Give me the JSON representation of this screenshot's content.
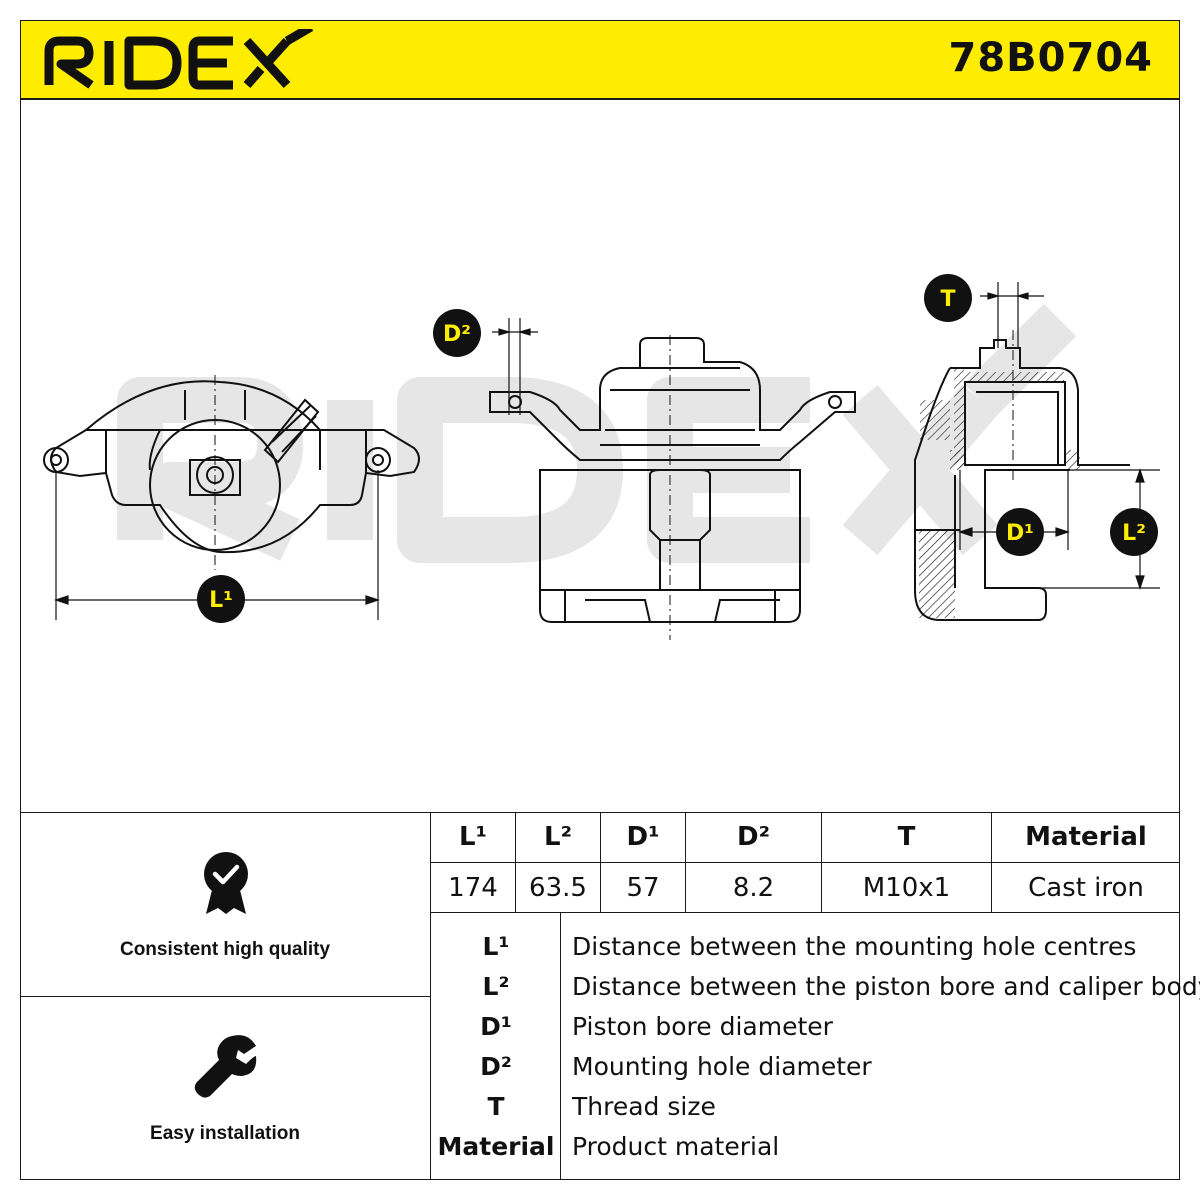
{
  "header": {
    "brand": "RIDEX",
    "part_number": "78B0704",
    "background_color": "#ffed00"
  },
  "drawing": {
    "watermark": "RIDEX",
    "dimension_badges": [
      "L¹",
      "D²",
      "T",
      "D¹",
      "L²"
    ]
  },
  "features": [
    {
      "icon": "quality-badge-icon",
      "label": "Consistent high quality"
    },
    {
      "icon": "wrench-icon",
      "label": "Easy installation"
    }
  ],
  "spec_table": {
    "headers": [
      "L¹",
      "L²",
      "D¹",
      "D²",
      "T",
      "Material"
    ],
    "values": [
      "174",
      "63.5",
      "57",
      "8.2",
      "M10x1",
      "Cast iron"
    ]
  },
  "legend": [
    {
      "code": "L¹",
      "description": "Distance between the mounting hole centres"
    },
    {
      "code": "L²",
      "description": "Distance between the piston bore and caliper body"
    },
    {
      "code": "D¹",
      "description": "Piston bore diameter"
    },
    {
      "code": "D²",
      "description": "Mounting hole diameter"
    },
    {
      "code": "T",
      "description": "Thread size"
    },
    {
      "code": "Material",
      "description": "Product material"
    }
  ]
}
